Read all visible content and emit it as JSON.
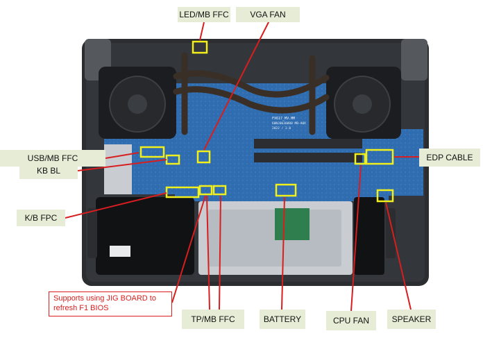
{
  "colors": {
    "callout_bg": "#e6ecd6",
    "highlight": "#f2ef1a",
    "pointer": "#d81e1e",
    "pcb": "#2f6db0",
    "chassis": "#2b2d30",
    "fan": "#1c1d20",
    "heatpipe": "#3a2f26",
    "battery": "#111214",
    "touchpad_bracket": "#c9cdd2"
  },
  "labels": {
    "led_mb_ffc": "LED/MB FFC",
    "vga_fan": "VGA FAN",
    "usb_mb_ffc": "USB/MB FFC",
    "kb_bl": "KB BL",
    "kb_fpc": "K/B FPC",
    "edp_cable": "EDP CABLE",
    "tp_mb_ffc": "TP/MB FFC",
    "battery": "BATTERY",
    "cpu_fan": "CPU FAN",
    "speaker": "SPEAKER"
  },
  "note": "Supports using JIG BOARD to refresh F1 BIOS",
  "board_silkscreen": {
    "model": "FX617_MV.MM",
    "line2": "60NJ0630000 MB-A0X",
    "line3": "2022 / 2.0"
  },
  "icons": [
    "fan-icon",
    "heatpipe",
    "connector-highlight",
    "pointer-arrow"
  ]
}
